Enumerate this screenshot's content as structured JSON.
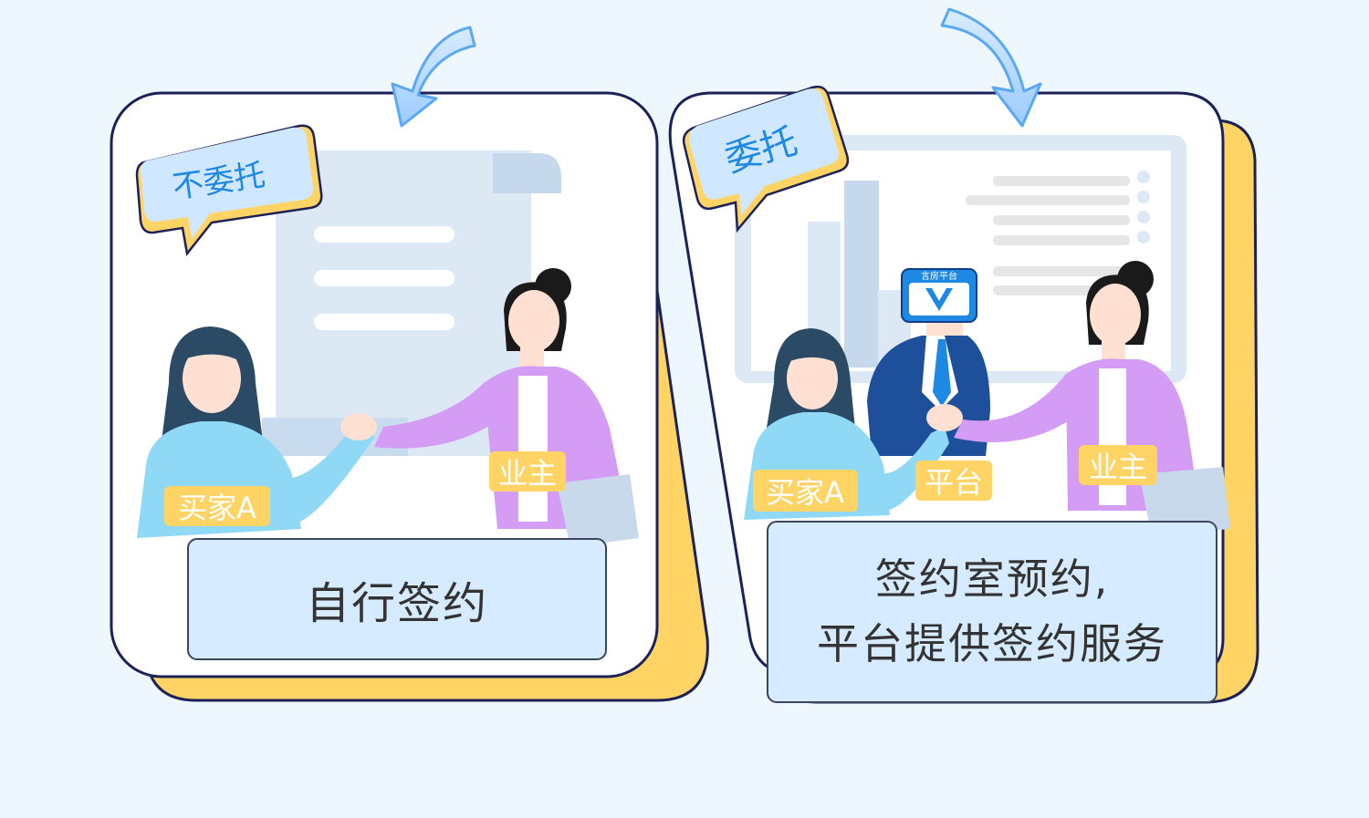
{
  "left_panel": {
    "bubble": "不委托",
    "buyer_tag": "买家A",
    "owner_tag": "业主",
    "caption": "自行签约"
  },
  "right_panel": {
    "bubble": "委托",
    "buyer_tag": "买家A",
    "platform_tag": "平台",
    "owner_tag": "业主",
    "platform_badge_text": "言房平台",
    "caption_line1": "签约室预约,",
    "caption_line2": "平台提供签约服务"
  },
  "colors": {
    "background": "#eef6fe",
    "panel_outline": "#1c2257",
    "panel_back": "#ffd465",
    "tag_bg": "#ffd465",
    "bubble_bg": "#cfe8ff",
    "bubble_text": "#1e88e5",
    "caption_bg": "#d6ebff",
    "arrow": "#a8d4ff"
  }
}
